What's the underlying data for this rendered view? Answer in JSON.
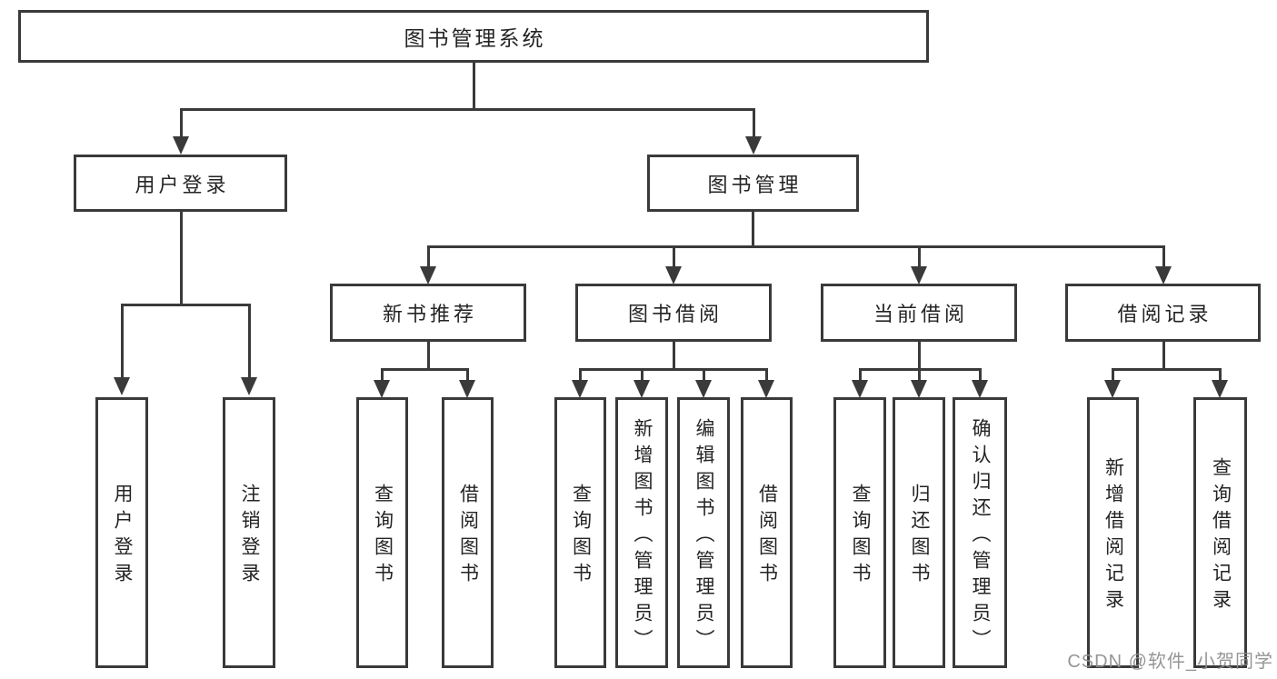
{
  "root": {
    "label": "图书管理系统"
  },
  "branches": [
    {
      "label": "用户登录",
      "children": [
        {
          "label": "用户登录"
        },
        {
          "label": "注销登录"
        }
      ]
    },
    {
      "label": "图书管理",
      "children": [
        {
          "label": "新书推荐",
          "children": [
            {
              "label": "查询图书"
            },
            {
              "label": "借阅图书"
            }
          ]
        },
        {
          "label": "图书借阅",
          "children": [
            {
              "label": "查询图书"
            },
            {
              "label": "新增图书（管理员）"
            },
            {
              "label": "编辑图书（管理员）"
            },
            {
              "label": "借阅图书"
            }
          ]
        },
        {
          "label": "当前借阅",
          "children": [
            {
              "label": "查询图书"
            },
            {
              "label": "归还图书"
            },
            {
              "label": "确认归还（管理员）"
            }
          ]
        },
        {
          "label": "借阅记录",
          "children": [
            {
              "label": "新增借阅记录"
            },
            {
              "label": "查询借阅记录"
            }
          ]
        }
      ]
    }
  ],
  "watermark": {
    "label": "CSDN @软件_小贺同学"
  },
  "colors": {
    "line": "#3a3a3a",
    "text": "#242424",
    "watermark": "#8d8d8d",
    "background": "#ffffff"
  }
}
